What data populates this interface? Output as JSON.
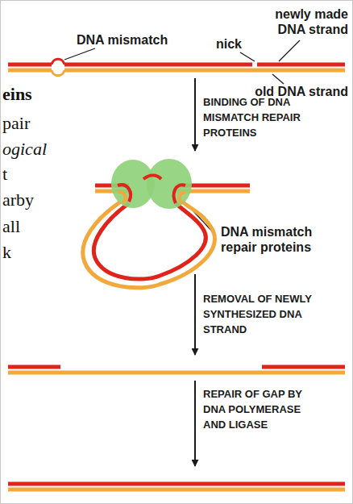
{
  "diagram": {
    "labels": [
      "DNA mismatch",
      "newly made DNA strand",
      "nick",
      "old DNA strand",
      "eins",
      "pair",
      "ogical",
      "t",
      "arby",
      "all",
      "k",
      "BINDING OF DNA MISMATCH REPAIR PROTEINS",
      "DNA mismatch repair proteins",
      "REMOVAL OF NEWLY SYNTHESIZED DNA STRAND",
      "REPAIR OF GAP BY DNA POLYMERASE AND LIGASE"
    ]
  }
}
